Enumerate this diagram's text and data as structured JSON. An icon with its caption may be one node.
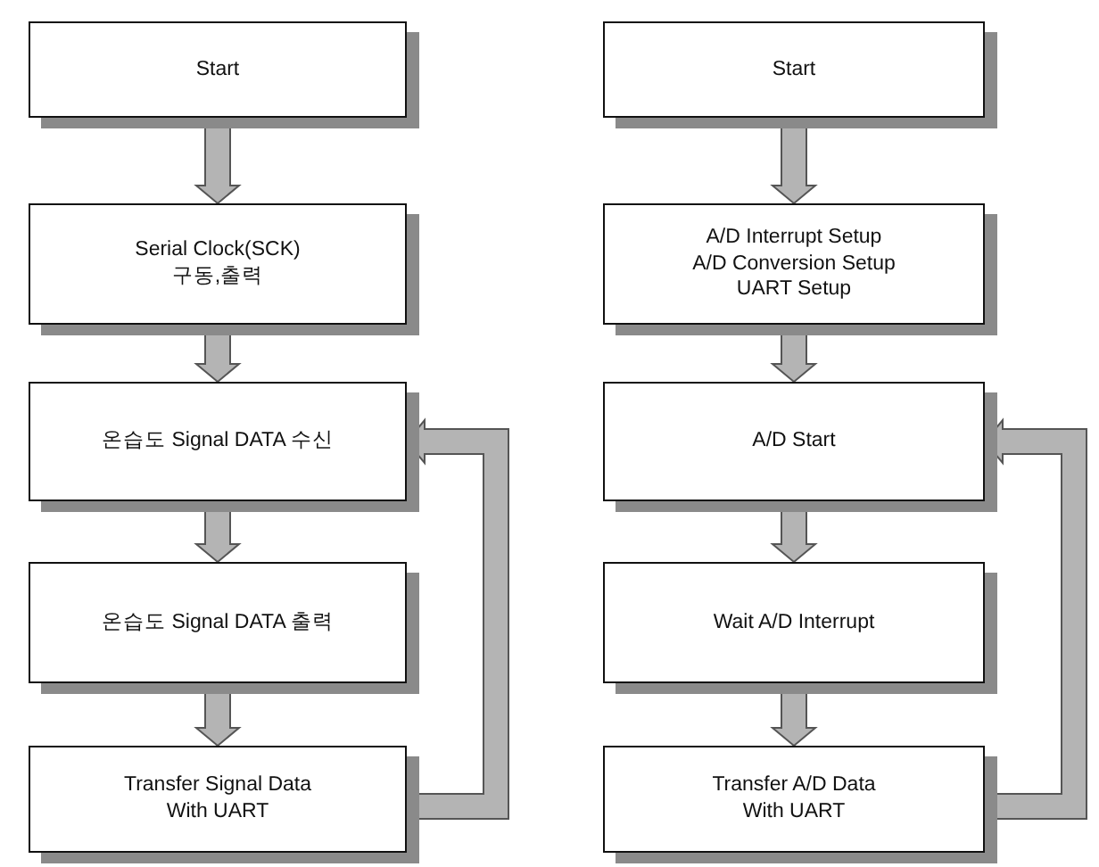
{
  "diagram": {
    "nodes": [
      {
        "text": [
          "Start"
        ]
      },
      {
        "text": [
          "Serial Clock(SCK) 구동,출력"
        ]
      },
      {
        "text": [
          "온습도 Signal DATA 수신"
        ]
      },
      {
        "text": [
          "온습도 Signal DATA 출력"
        ]
      },
      {
        "text": [
          "Transfer Signal Data With UART"
        ]
      },
      {
        "text": [
          "Start"
        ]
      },
      {
        "text": [
          "A/D Interrupt Setup A/D Conversion Setup UART Setup"
        ]
      },
      {
        "text": [
          "A/D Start"
        ]
      },
      {
        "text": [
          "Wait A/D Interrupt"
        ]
      },
      {
        "text": [
          "Transfer A/D Data With UART"
        ]
      }
    ],
    "edges": [
      {
        "from": 0,
        "to": 1,
        "arrow": "to"
      },
      {
        "from": 1,
        "to": 2,
        "arrow": "to"
      },
      {
        "from": 2,
        "to": 3,
        "arrow": "to"
      },
      {
        "from": 3,
        "to": 4,
        "arrow": "to"
      },
      {
        "from": 4,
        "to": 2,
        "arrow": "to"
      },
      {
        "from": 5,
        "to": 6,
        "arrow": "to"
      },
      {
        "from": 6,
        "to": 7,
        "arrow": "to"
      },
      {
        "from": 7,
        "to": 8,
        "arrow": "to"
      },
      {
        "from": 8,
        "to": 9,
        "arrow": "to"
      },
      {
        "from": 9,
        "to": 7,
        "arrow": "to"
      }
    ]
  }
}
